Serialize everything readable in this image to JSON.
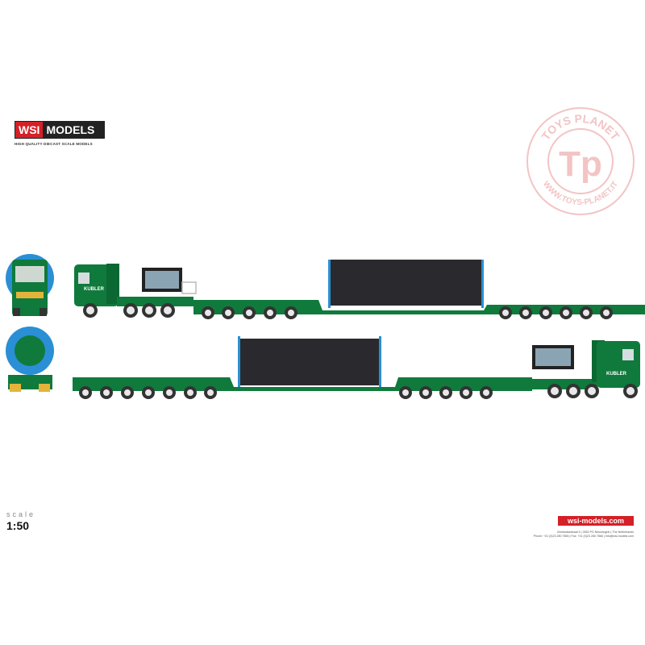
{
  "brand": {
    "wsi": "WSI",
    "models": "MODELS",
    "tagline": "HIGH QUALITY DIECAST SCALE MODELS"
  },
  "watermark": {
    "top_text": "TOYS PLANET",
    "monogram": "Tp",
    "bottom_text": "WWW.TOYS-PLANET.IT"
  },
  "truck": {
    "livery_text": "KUBLER",
    "colors": {
      "body": "#0f7a3c",
      "load": "#2a2a2e",
      "accent": "#2a8fd4",
      "wheel": "#e8e8e8"
    }
  },
  "scale": {
    "label": "scale",
    "value": "1:50"
  },
  "footer": {
    "website": "wsi-models.com",
    "address": "Zeelandsestraat 5 | 2652 PG Nieuwegein | The Netherlands",
    "contact": "Phone: +31 (0)23 280 7865 | Fax: +31 (0)23 280 7866 | info@wsi-models.com"
  },
  "colors": {
    "brand_red": "#d42027",
    "watermark": "#f3c4c4"
  }
}
